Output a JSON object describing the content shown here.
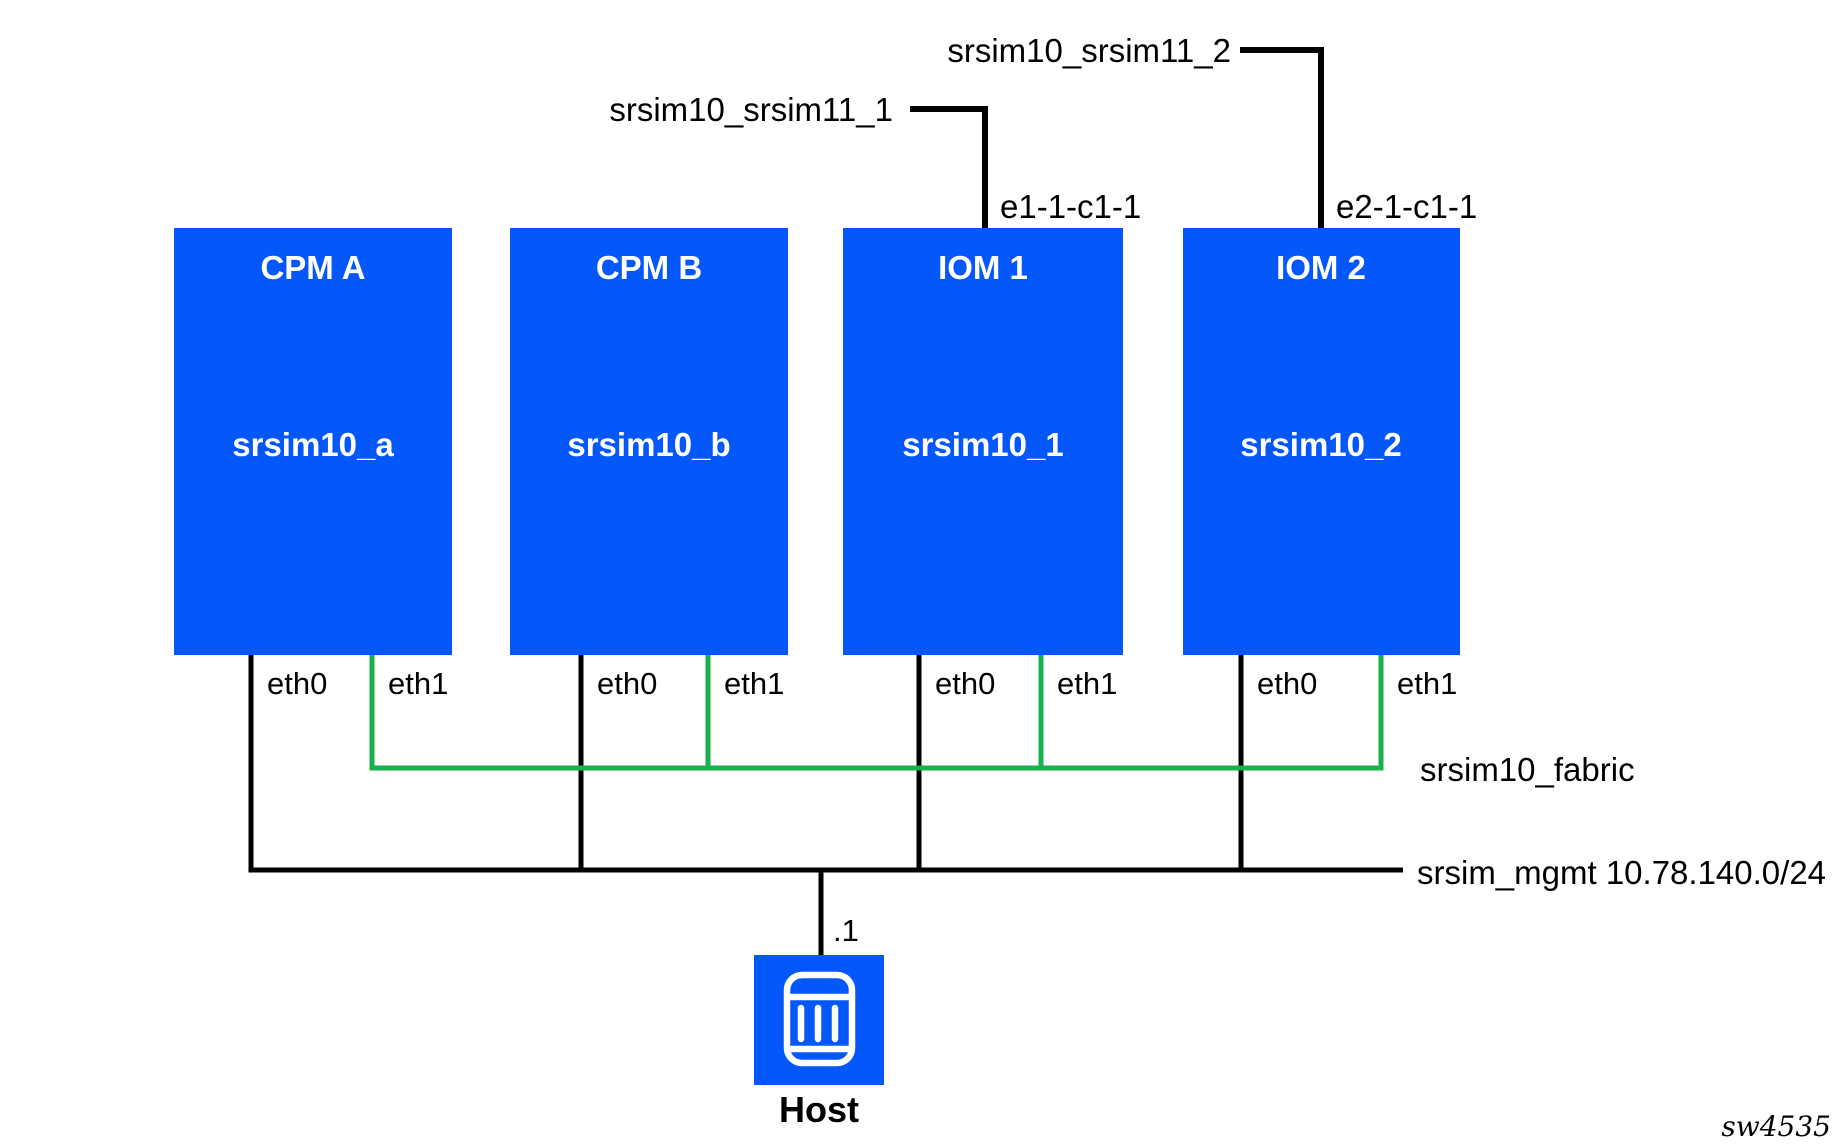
{
  "diagram": {
    "colors": {
      "node_fill": "#0457F8",
      "fabric_green": "#18B24C",
      "line_black": "#000000"
    },
    "links": [
      {
        "label": "srsim10_srsim11_1",
        "port_label": "e1-1-c1-1"
      },
      {
        "label": "srsim10_srsim11_2",
        "port_label": "e2-1-c1-1"
      }
    ],
    "nodes": [
      {
        "title": "CPM A",
        "name": "srsim10_a",
        "ports": [
          "eth0",
          "eth1"
        ]
      },
      {
        "title": "CPM B",
        "name": "srsim10_b",
        "ports": [
          "eth0",
          "eth1"
        ]
      },
      {
        "title": "IOM 1",
        "name": "srsim10_1",
        "ports": [
          "eth0",
          "eth1"
        ]
      },
      {
        "title": "IOM 2",
        "name": "srsim10_2",
        "ports": [
          "eth0",
          "eth1"
        ]
      }
    ],
    "buses": {
      "fabric": {
        "label": "srsim10_fabric"
      },
      "mgmt": {
        "label": "srsim_mgmt 10.78.140.0/24"
      }
    },
    "host": {
      "label": "Host",
      "address_suffix": ".1"
    },
    "watermark": "sw4535"
  }
}
